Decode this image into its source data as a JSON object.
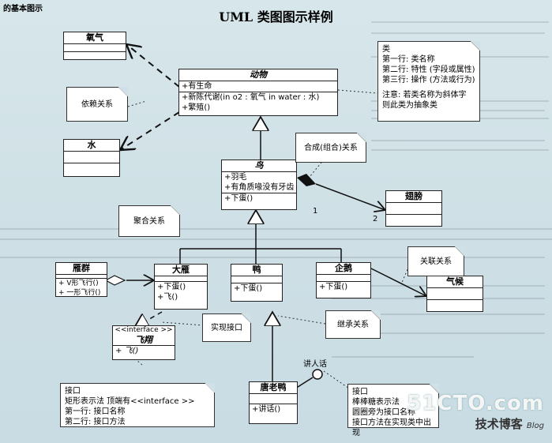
{
  "page": {
    "corner_text": "的基本图示",
    "title": "UML 类图图示样例"
  },
  "classes": {
    "oxygen": {
      "name": "氧气"
    },
    "water": {
      "name": "水"
    },
    "animal": {
      "name": "动物",
      "attrs": [
        "+有生命"
      ],
      "ops": [
        "+新陈代谢(in o2 : 氧气  in water : 水)",
        "+繁殖()"
      ]
    },
    "bird": {
      "name": "鸟",
      "attrs": [
        "+羽毛",
        "+有角质喙没有牙齿"
      ],
      "ops": [
        "+下蛋()"
      ]
    },
    "wing": {
      "name": "翅膀"
    },
    "flock": {
      "name": "雁群",
      "ops": [
        "+ V形飞行()",
        "+ 一形飞行()"
      ]
    },
    "goose": {
      "name": "大雁",
      "ops": [
        "+下蛋()",
        "+飞()"
      ]
    },
    "duck": {
      "name": "鸭",
      "ops": [
        "+下蛋()"
      ]
    },
    "penguin": {
      "name": "企鹅",
      "ops": [
        "+下蛋()"
      ]
    },
    "climate": {
      "name": "气候"
    },
    "fly": {
      "stereotype": "<<interface >>",
      "name": "飞翔",
      "ops": [
        "+ 飞()"
      ]
    },
    "tang": {
      "name": "唐老鸭",
      "ops": [
        "+讲话()"
      ]
    }
  },
  "notes": {
    "class_note": [
      "类",
      "第一行: 类名称",
      "第二行: 特性 (字段或属性)",
      "第三行: 操作 (方法或行为)",
      "",
      "注意: 若类名称为斜体字",
      "则此类为抽象类"
    ],
    "dependency": "依赖关系",
    "composition": "合成(组合)关系",
    "aggregation": "聚合关系",
    "association": "关联关系",
    "realization": "实现接口",
    "inheritance": "继承关系",
    "speak": "讲人话",
    "interface_note": [
      "接口",
      "矩形表示法   顶端有<<interface >>",
      "第一行: 接口名称",
      "第二行: 接口方法"
    ],
    "lollipop_note": [
      "接口",
      "棒棒糖表示法",
      "圆圈旁为接口名称",
      "接口方法在实现类中出现"
    ]
  },
  "multiplicity": {
    "one": "1",
    "two": "2"
  },
  "watermark": {
    "site": "51CTO.com",
    "blog_cn": "技术博客",
    "blog_en": "Blog"
  }
}
